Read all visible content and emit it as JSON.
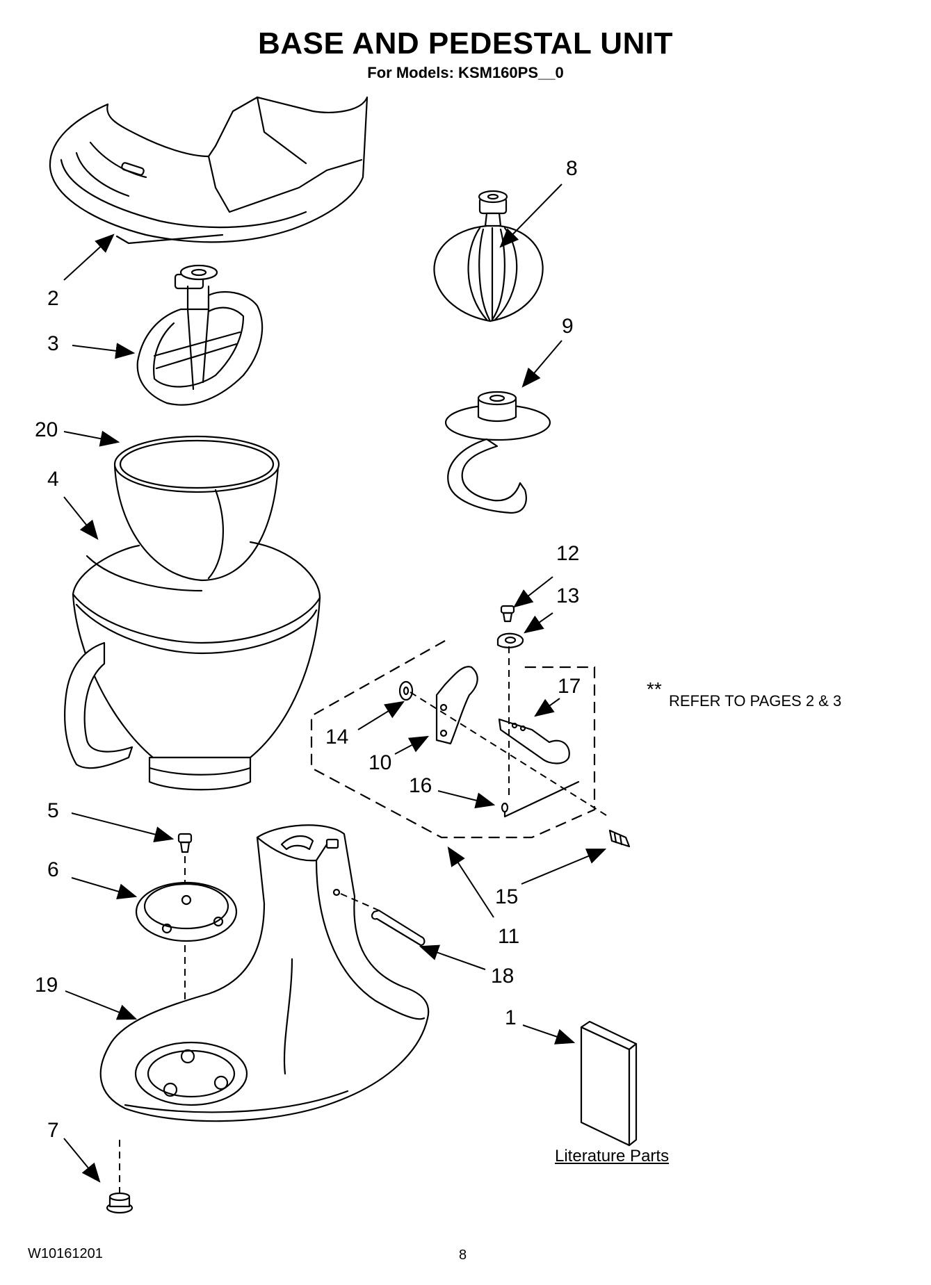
{
  "header": {
    "title": "BASE AND PEDESTAL UNIT",
    "subtitle": "For Models: KSM160PS__0"
  },
  "callouts": {
    "c1": "1",
    "c2": "2",
    "c3": "3",
    "c4": "4",
    "c5": "5",
    "c6": "6",
    "c7": "7",
    "c8": "8",
    "c9": "9",
    "c10": "10",
    "c11": "11",
    "c12": "12",
    "c13": "13",
    "c14": "14",
    "c15": "15",
    "c16": "16",
    "c17": "17",
    "c18": "18",
    "c19": "19",
    "c20": "20"
  },
  "note": {
    "stars": "**",
    "text": "REFER TO PAGES 2 & 3"
  },
  "literature": {
    "label": "Literature Parts"
  },
  "footer": {
    "doc_number": "W10161201",
    "page": "8"
  }
}
